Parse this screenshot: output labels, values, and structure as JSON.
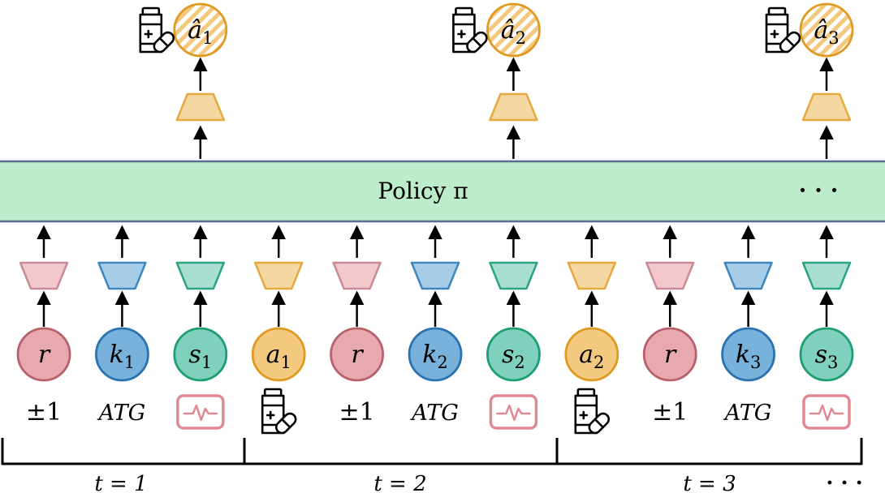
{
  "policy": {
    "label": "Policy π",
    "ellipsis": "· · ·"
  },
  "timeline": {
    "steps": [
      "t = 1",
      "t = 2",
      "t = 3"
    ],
    "ellipsis": "· · ·"
  },
  "colors": {
    "red_fill": "#e8a9ae",
    "red_stroke": "#b8606c",
    "blue_fill": "#78b2da",
    "blue_stroke": "#2a72b0",
    "green_fill": "#7fd1bd",
    "green_stroke": "#1f9e76",
    "orange_fill": "#f2c97e",
    "orange_stroke": "#e09a22",
    "policy_fill": "#bcecc9",
    "policy_stroke": "#5a6a90",
    "trap_red_fill": "#f2c8cc",
    "trap_red_stroke": "#c98b95",
    "trap_blue_fill": "#a6cde8",
    "trap_blue_stroke": "#3f86bd",
    "trap_green_fill": "#a8dfd2",
    "trap_green_stroke": "#2aa485",
    "trap_orange_fill": "#f5d7a4",
    "trap_orange_stroke": "#e6a93e",
    "monitor_stroke": "#df8a93"
  },
  "tokens": [
    {
      "id": "r1",
      "kind": "reward",
      "label": "r",
      "sub": "",
      "below": "±1",
      "below_kind": "text"
    },
    {
      "id": "k1",
      "kind": "rtg",
      "label": "k",
      "sub": "1",
      "below": "ATG",
      "below_kind": "italic"
    },
    {
      "id": "s1",
      "kind": "state",
      "label": "s",
      "sub": "1",
      "below": "monitor-icon",
      "below_kind": "icon"
    },
    {
      "id": "a1",
      "kind": "action",
      "label": "a",
      "sub": "1",
      "below": "medicine-icon",
      "below_kind": "icon"
    },
    {
      "id": "r2",
      "kind": "reward",
      "label": "r",
      "sub": "",
      "below": "±1",
      "below_kind": "text"
    },
    {
      "id": "k2",
      "kind": "rtg",
      "label": "k",
      "sub": "2",
      "below": "ATG",
      "below_kind": "italic"
    },
    {
      "id": "s2",
      "kind": "state",
      "label": "s",
      "sub": "2",
      "below": "monitor-icon",
      "below_kind": "icon"
    },
    {
      "id": "a2",
      "kind": "action",
      "label": "a",
      "sub": "2",
      "below": "medicine-icon",
      "below_kind": "icon"
    },
    {
      "id": "r3",
      "kind": "reward",
      "label": "r",
      "sub": "",
      "below": "±1",
      "below_kind": "text"
    },
    {
      "id": "k3",
      "kind": "rtg",
      "label": "k",
      "sub": "3",
      "below": "ATG",
      "below_kind": "italic"
    },
    {
      "id": "s3",
      "kind": "state",
      "label": "s",
      "sub": "3",
      "below": "monitor-icon",
      "below_kind": "icon"
    }
  ],
  "predictions": [
    {
      "id": "ahat1",
      "label": "â",
      "sub": "1",
      "icon": "medicine-icon"
    },
    {
      "id": "ahat2",
      "label": "â",
      "sub": "2",
      "icon": "medicine-icon"
    },
    {
      "id": "ahat3",
      "label": "â",
      "sub": "3",
      "icon": "medicine-icon"
    }
  ]
}
